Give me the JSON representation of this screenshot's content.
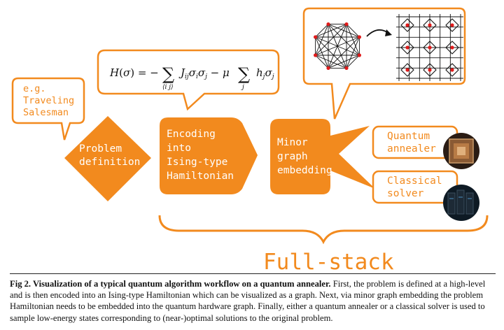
{
  "colors": {
    "accent": "#F28A1E",
    "on_accent": "#FFFFFF",
    "accent_text": "#F28A1E"
  },
  "bubbles": {
    "example": {
      "lines": [
        "e.g.",
        "Traveling",
        "Salesman"
      ]
    },
    "hamiltonian": {
      "formula": "H(σ) = −∑⟨i j⟩ Jij σi σj − μ ∑j hj σj"
    }
  },
  "steps": {
    "problem": {
      "lines": [
        "Problem",
        "definition"
      ]
    },
    "encoding": {
      "lines": [
        "Encoding",
        "into",
        "Ising-type",
        "Hamiltonian"
      ]
    },
    "embedding": {
      "lines": [
        "Minor",
        "graph",
        "embedding"
      ]
    },
    "quantum": {
      "lines": [
        "Quantum",
        "annealer"
      ]
    },
    "classical": {
      "lines": [
        "Classical",
        "solver"
      ]
    }
  },
  "footer": {
    "label": "Full-stack"
  },
  "caption": {
    "title": "Fig 2.  Visualization of a typical quantum algorithm workflow on a quantum annealer.",
    "body": " First, the problem is defined at a high-level and is then encoded into an Ising-type Hamiltonian which can be visualized as a graph. Next, via minor graph embedding the problem Hamiltonian needs to be embedded into the quantum hardware graph. Finally, either a quantum annealer or a classical solver is used to sample low-energy states corresponding to (near-)optimal solutions to the original problem."
  }
}
